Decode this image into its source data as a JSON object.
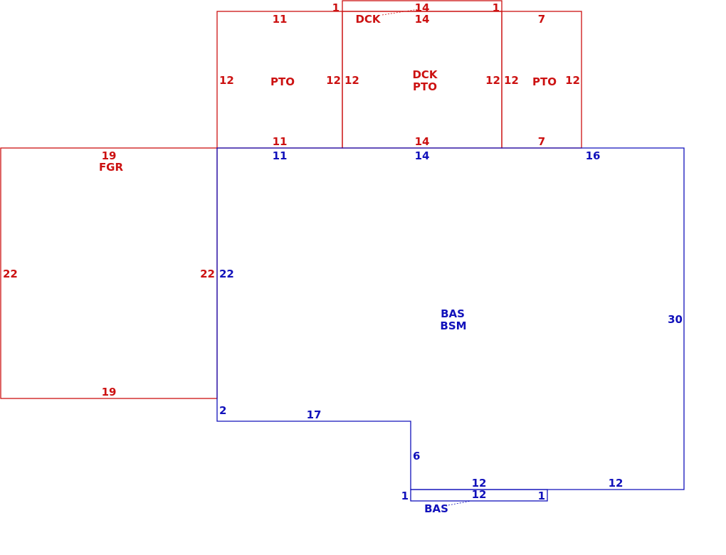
{
  "colors": {
    "exterior": "#cc1111",
    "living": "#1111bb",
    "background": "#ffffff"
  },
  "areas": {
    "pto_left": {
      "name": "PTO",
      "top": "11",
      "bottom": "11",
      "left": "12",
      "right": "12"
    },
    "dck_pto": {
      "name1": "DCK",
      "name2": "PTO",
      "top": "14",
      "bottom": "14",
      "left": "12",
      "right": "12"
    },
    "dck_top": {
      "name": "DCK",
      "top": "14",
      "left": "1",
      "right": "1"
    },
    "pto_right": {
      "name": "PTO",
      "top": "7",
      "bottom": "7",
      "left": "12",
      "right": "12"
    },
    "fgr": {
      "name": "FGR",
      "top": "19",
      "bottom": "19",
      "left": "22",
      "right": "22"
    },
    "bas_main": {
      "name1": "BAS",
      "name2": "BSM",
      "top_a": "11",
      "top_b": "14",
      "top_c": "16",
      "left": "22",
      "left_lower": "2",
      "bottom_left": "17",
      "step": "6",
      "bottom_mid": "12",
      "bottom_right": "12",
      "right": "30"
    },
    "bas_small": {
      "name": "BAS",
      "length": "12",
      "left": "1",
      "right": "1"
    }
  }
}
